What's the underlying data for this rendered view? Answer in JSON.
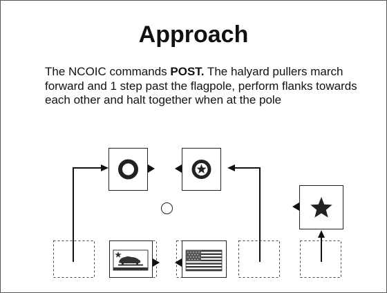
{
  "slide": {
    "title": "Approach",
    "body_intro": "The NCOIC commands ",
    "body_command": "POST.",
    "body_rest": "  The halyard pullers march forward and 1 step past the flagpole, perform flanks towards each other and halt together when at the pole"
  },
  "diagram": {
    "elements": [
      "dashed-start-box-left",
      "california-flag-box",
      "us-flag-box",
      "dashed-start-box-right",
      "dashed-start-box-far-right",
      "ring-symbol-box",
      "star-circle-symbol-box",
      "star-symbol-box",
      "flagpole-circle"
    ],
    "icons": [
      "california-bear-flag-icon",
      "us-flag-icon",
      "ring-icon",
      "star-in-circle-icon",
      "star-icon"
    ]
  }
}
